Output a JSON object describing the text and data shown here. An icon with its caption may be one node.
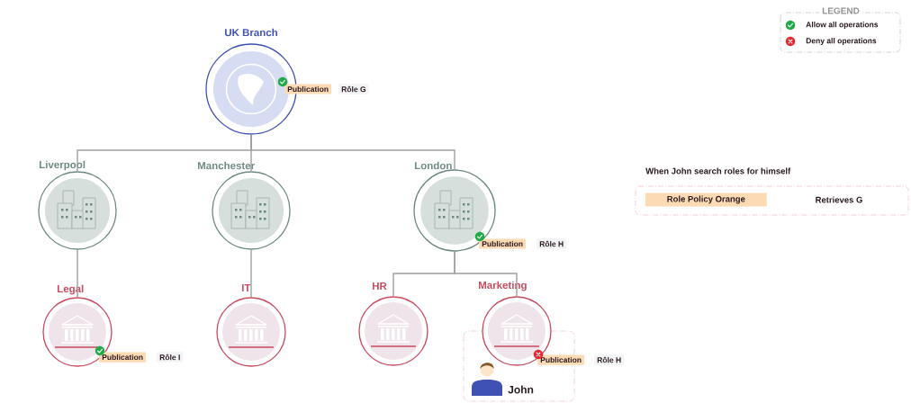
{
  "diagram": {
    "nodes": [
      {
        "text": [
          "UK Branch"
        ]
      },
      {
        "text": [
          "Publication"
        ]
      },
      {
        "text": [
          "Rôle G"
        ]
      },
      {
        "text": [
          "Liverpool"
        ]
      },
      {
        "text": [
          "Manchester"
        ]
      },
      {
        "text": [
          "London"
        ]
      },
      {
        "text": [
          "Publication"
        ]
      },
      {
        "text": [
          "Rôle H"
        ]
      },
      {
        "text": [
          "Legal"
        ]
      },
      {
        "text": [
          "Publication"
        ]
      },
      {
        "text": [
          "Rôle I"
        ]
      },
      {
        "text": [
          "IT"
        ]
      },
      {
        "text": [
          "HR"
        ]
      },
      {
        "text": [
          "Marketing"
        ]
      },
      {
        "text": [
          "John"
        ]
      },
      {
        "text": [
          "Publication"
        ]
      },
      {
        "text": [
          "Rôle H"
        ]
      },
      {
        "text": [
          "When John search roles for himself",
          "Retrieves G"
        ]
      },
      {
        "text": [
          "Role Policy Orange"
        ],
        "in": 17
      }
    ],
    "edges": [
      {
        "from": 0,
        "to": 3,
        "arrow": "none"
      },
      {
        "from": 0,
        "to": 4,
        "arrow": "none"
      },
      {
        "from": 0,
        "to": 5,
        "arrow": "none"
      },
      {
        "from": 3,
        "to": 8,
        "arrow": "none"
      },
      {
        "from": 4,
        "to": 11,
        "arrow": "none"
      },
      {
        "from": 5,
        "to": 12,
        "arrow": "none"
      },
      {
        "from": 5,
        "to": 13,
        "arrow": "none"
      }
    ],
    "labels": [
      "LEGEND"
    ],
    "legend": [
      {
        "text": "Allow all operations",
        "color": "#1faa4a"
      },
      {
        "text": "Deny all operations",
        "color": "#e52530"
      }
    ]
  }
}
